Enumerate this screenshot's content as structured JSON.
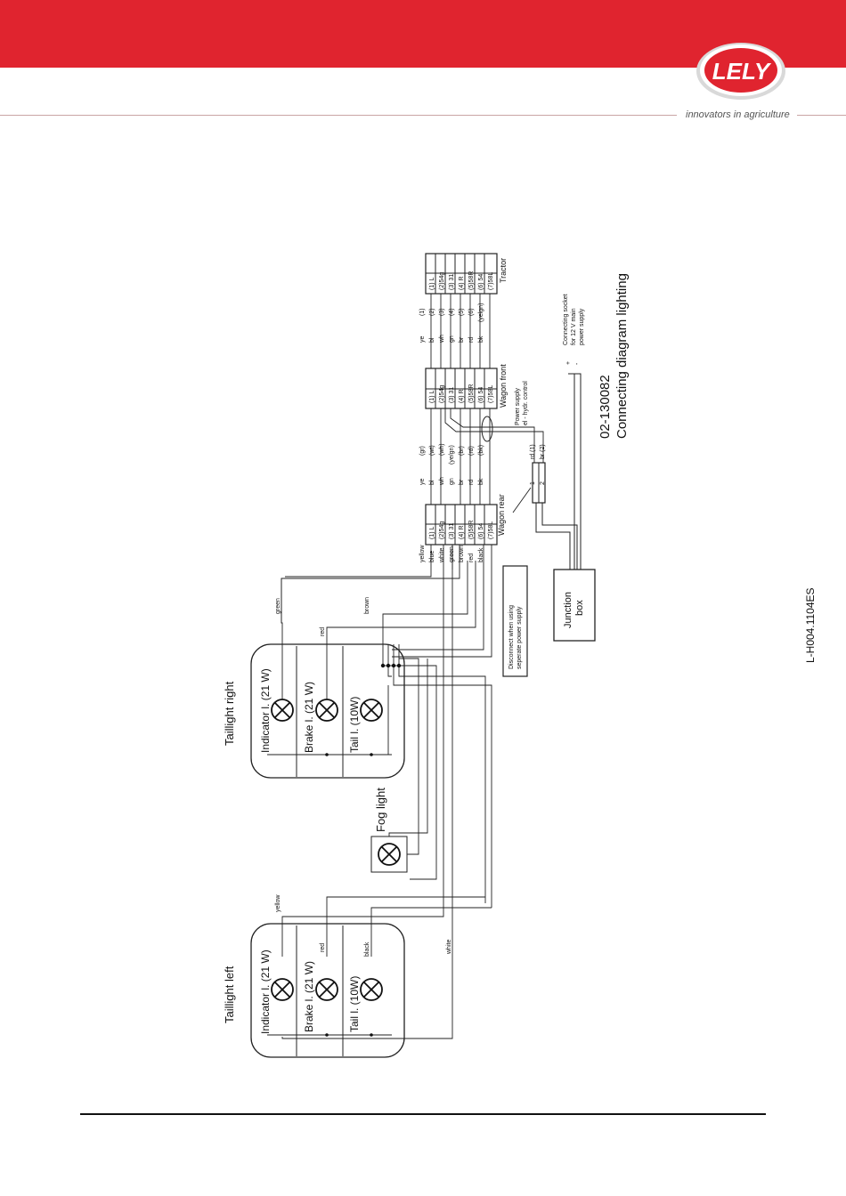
{
  "brand": {
    "name": "LELY",
    "tagline": "innovators in agriculture",
    "band_color": "#e0242f"
  },
  "diagram": {
    "code": "02-130082",
    "title": "Connecting diagram lighting",
    "doc_code": "L-H004.1104ES",
    "taillight_left": {
      "label": "Taillight left",
      "lamps": [
        "Indicator l. (21 W)",
        "Brake l. (21 W)",
        "Tail l. (10W)"
      ]
    },
    "taillight_right": {
      "label": "Taillight right",
      "lamps": [
        "Indicator l. (21 W)",
        "Brake l. (21 W)",
        "Tail l. (10W)"
      ]
    },
    "fog_light": {
      "label": "Fog light"
    },
    "wire_labels": {
      "green": "green",
      "red": "red",
      "brown": "brown",
      "yellow": "yellow",
      "black": "black",
      "white": "white"
    },
    "wagon_rear": {
      "label": "Wagon rear",
      "colors": [
        "yellow",
        "blue",
        "white",
        "green",
        "brown",
        "red",
        "black"
      ],
      "abbr": [
        "ye",
        "bl",
        "wh",
        "gn",
        "br",
        "rd",
        "bk"
      ],
      "abbr_alt": [
        "(gr)",
        "(wt)",
        "(wh)",
        "(ye/gn)",
        "(br)",
        "(rd)",
        "(bk)"
      ],
      "pins": [
        "(1) L",
        "(2)54g",
        "(3) 31",
        "(4) R",
        "(5)58R",
        "(6) 54",
        "(7)58L"
      ]
    },
    "wagon_front": {
      "label": "Wagon front",
      "pins": [
        "(1) L",
        "(2)54g",
        "(3) 31",
        "(4) R",
        "(5)58R",
        "(6) 54",
        "(7)58L"
      ]
    },
    "tractor": {
      "label": "Tractor",
      "abbr": [
        "ye",
        "bl",
        "wh",
        "gn",
        "br",
        "rd",
        "bk"
      ],
      "numbers": [
        "(1)",
        "(2)",
        "(3)",
        "(4)",
        "(5)",
        "(6)",
        "(yelgn)"
      ],
      "pins": [
        "(1) L",
        "(2)54g",
        "(3) 31",
        "(4) R",
        "(5)58R",
        "(6) 54",
        "(7)58L"
      ]
    },
    "power_supply": {
      "line1": "Power supply",
      "line2": "el - hydr. control",
      "rd": "rd (1)",
      "br": "br (2)",
      "pin1": "1",
      "pin2": "2"
    },
    "disconnect_note": {
      "line1": "Disconnect when using",
      "line2": "seperate power supply"
    },
    "junction_box": {
      "line1": "Junction",
      "line2": "box"
    },
    "socket_note": {
      "line1": "Connecting socket",
      "line2": "for 12 V main",
      "line3": "power supply",
      "plus": "+",
      "minus": "-"
    }
  }
}
